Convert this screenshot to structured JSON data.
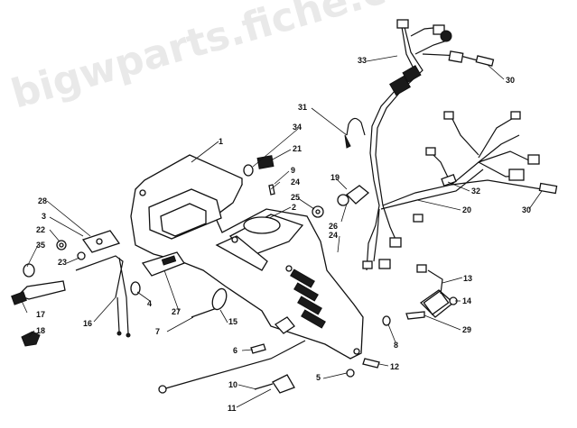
{
  "watermark": "bigwparts.fiche.com",
  "colors": {
    "ink": "#111111",
    "paper": "#ffffff",
    "watermark": "#d8d8d8"
  },
  "callouts": {
    "c1": "1",
    "c2": "2",
    "c3": "3",
    "c4": "4",
    "c5": "5",
    "c6": "6",
    "c7": "7",
    "c8": "8",
    "c9": "9",
    "c10": "10",
    "c11": "11",
    "c12": "12",
    "c13": "13",
    "c14": "14",
    "c15": "15",
    "c16": "16",
    "c17": "17",
    "c18": "18",
    "c19": "19",
    "c20": "20",
    "c21": "21",
    "c22": "22",
    "c23": "23",
    "c24a": "24",
    "c24b": "24",
    "c25": "25",
    "c26": "26",
    "c27": "27",
    "c28": "28",
    "c29": "29",
    "c30a": "30",
    "c30b": "30",
    "c31": "31",
    "c32": "32",
    "c33": "33",
    "c34": "34",
    "c35": "35"
  }
}
